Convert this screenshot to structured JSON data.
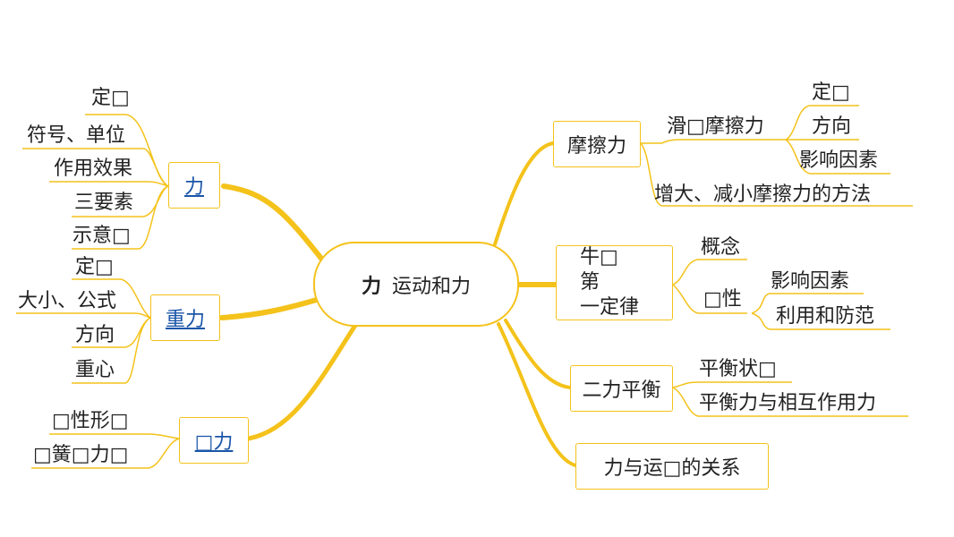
{
  "root": {
    "prefix": "力",
    "title": "运动和力"
  },
  "left": {
    "force": {
      "label": "力",
      "children": [
        "定□",
        "符号、单位",
        "作用效果",
        "三要素",
        "示意□"
      ]
    },
    "gravity": {
      "label": "重力",
      "children": [
        "定□",
        "大小、公式",
        "方向",
        "重心"
      ]
    },
    "elastic": {
      "label": "□力",
      "children": [
        "□性形□",
        "□簧□力□"
      ]
    }
  },
  "right": {
    "friction": {
      "label": "摩擦力",
      "sub": "滑□摩擦力",
      "sub_children": [
        "定□",
        "方向",
        "影响因素"
      ],
      "extra": "增大、减小摩擦力的方法"
    },
    "newton": {
      "lines": [
        "牛□",
        "第",
        "一定律"
      ],
      "concept": "概念",
      "inertia": "□性",
      "inertia_children": [
        "影响因素",
        "利用和防范"
      ]
    },
    "balance": {
      "label": "二力平衡",
      "children": [
        "平衡状□",
        "平衡力与相互作用力"
      ]
    },
    "relation": {
      "label": "力与运□的关系"
    }
  },
  "colors": {
    "line": "#f4c21a",
    "link": "#1a55a8"
  }
}
